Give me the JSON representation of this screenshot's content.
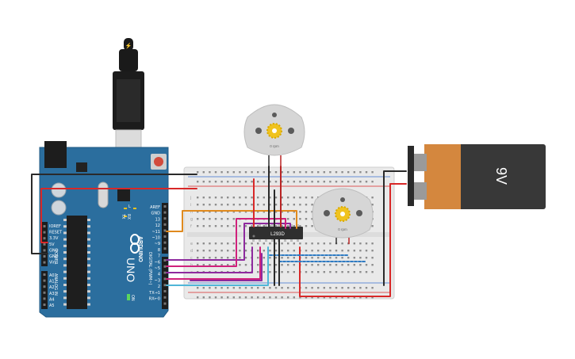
{
  "arduino": {
    "brand": "ARDUINO",
    "model": "UNO",
    "power_header": "POWER",
    "analog_header": "ANALOG IN",
    "digital_header": "DIGITAL (PWM~)",
    "power_pins": [
      "IOREF",
      "RESET",
      "3.3V",
      "5V",
      "GND",
      "GND",
      "Vin"
    ],
    "analog_pins": [
      "A0",
      "A1",
      "A2",
      "A3",
      "A4",
      "A5"
    ],
    "digital_pins": [
      "AREF",
      "GND",
      "13",
      "12",
      "~11",
      "~10",
      "~9",
      "8",
      "7",
      "~6",
      "~5",
      "4",
      "~3",
      "2",
      "TX→1",
      "RX←0"
    ],
    "leds": [
      "L",
      "TX",
      "RX"
    ],
    "on_label": "ON"
  },
  "motors": [
    {
      "readout": "0 rpm"
    },
    {
      "readout": "0 rpm"
    }
  ],
  "chip": {
    "label": "L293D"
  },
  "battery": {
    "label": "9V"
  },
  "breadboard": {
    "row_labels_top": [
      "j",
      "i",
      "h",
      "g",
      "f"
    ],
    "row_labels_bottom": [
      "e",
      "d",
      "c",
      "b",
      "a"
    ],
    "col_numbers": [
      "1",
      "5",
      "10",
      "15",
      "20",
      "25",
      "30"
    ]
  },
  "usb": {
    "symbol": "⚡"
  },
  "colors": {
    "arduino": "#2b6e9e",
    "battery_copper": "#d4873e",
    "battery_body": "#383838",
    "chip": "#2f2f2f",
    "motor_gear": "#f0c31f",
    "wire_red": "#d82828",
    "wire_black": "#2a2a2a",
    "wire_purple": "#8e2a9e",
    "wire_magenta": "#d0217c",
    "wire_orange": "#e08a1e",
    "wire_cyan": "#4fb6d8",
    "wire_blue": "#2f7bc2"
  }
}
